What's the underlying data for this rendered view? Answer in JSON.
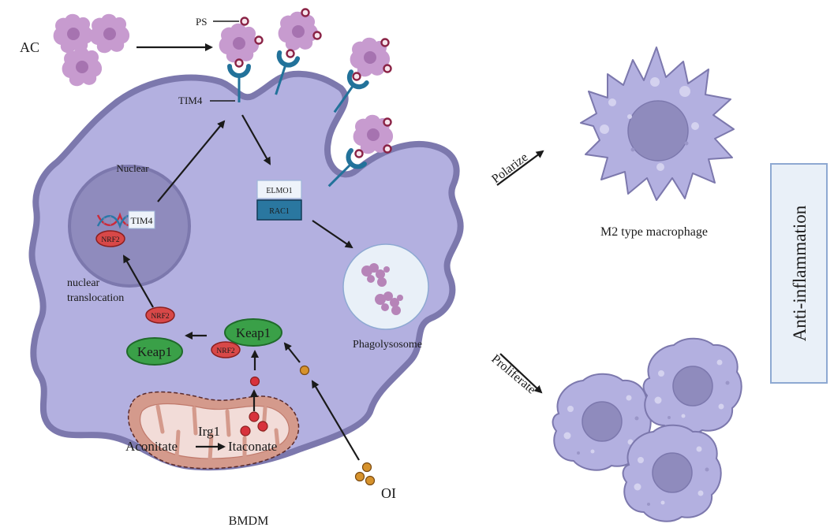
{
  "title": "TIM4-mediated efferocytosis and itaconate/NRF2 signaling in BMDM",
  "labels": {
    "ac": "AC",
    "ps": "PS",
    "tim4": "TIM4",
    "nuclear": "Nuclear",
    "tim4_gene": "TIM4",
    "nrf2_nucleus": "NRF2",
    "nuclear_translocation_1": "nuclear",
    "nuclear_translocation_2": "translocation",
    "nrf2_free": "NRF2",
    "keap1_free": "Keap1",
    "keap1_bound": "Keap1",
    "nrf2_bound": "NRF2",
    "elmo1": "ELMO1",
    "rac1": "RAC1",
    "phagolysosome": "Phagolysosome",
    "irg1": "Irg1",
    "aconitate": "Aconitate",
    "itaconate": "Itaconate",
    "oi": "OI",
    "bmdm": "BMDM",
    "polarize": "Polarize",
    "m2": "M2 type macrophage",
    "proliferate": "Proliferate",
    "anti_inflammation": "Anti-inflammation"
  },
  "colors": {
    "cell_fill": "#b3b0e0",
    "cell_membrane": "#7c78ad",
    "nucleus_fill": "#8f8bbd",
    "ac_fill": "#c79bcf",
    "ac_nucleus": "#a673b0",
    "ps_ring": "#8a2346",
    "tim4_receptor": "#22729a",
    "nrf2": "#d84848",
    "keap1": "#3aa048",
    "rac1": "#2a77a0",
    "elmo1": "#eef3fa",
    "mito_outer": "#d49a8c",
    "mito_inner": "#f2dcd8",
    "itaconate_dot": "#d8323c",
    "oi_dot": "#d6922c",
    "phagolysosome": "#e9f0f8",
    "anti_box_fill": "#e9f0f8",
    "anti_box_border": "#8ea9d2"
  }
}
